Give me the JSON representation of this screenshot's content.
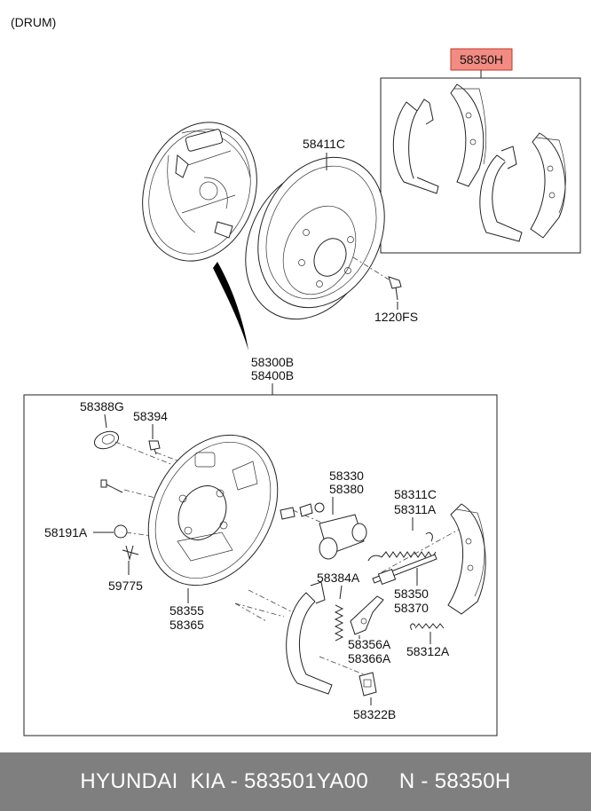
{
  "caption": "(DRUM)",
  "highlight_color": "#f28b82",
  "labels": {
    "shoe_kit": "58350H",
    "drum": "58411C",
    "screw": "1220FS",
    "assembly_a": "58300B",
    "assembly_b": "58400B",
    "plug": "58388G",
    "bolt": "58394",
    "cylinder_a": "58330",
    "cylinder_b": "58380",
    "spring_upper_a": "58311C",
    "spring_upper_b": "58311A",
    "nipple": "58191A",
    "clip_pin": "59775",
    "plate_a": "58355",
    "plate_b": "58365",
    "hold_spring": "58384A",
    "adjuster_a": "58350",
    "adjuster_b": "58370",
    "lever_a": "58356A",
    "lever_b": "58366A",
    "spring_lower": "58312A",
    "retainer": "58322B"
  },
  "footer": {
    "left": "HYUNDAI  KIA - 583501YA00",
    "right": "N - 58350H"
  }
}
